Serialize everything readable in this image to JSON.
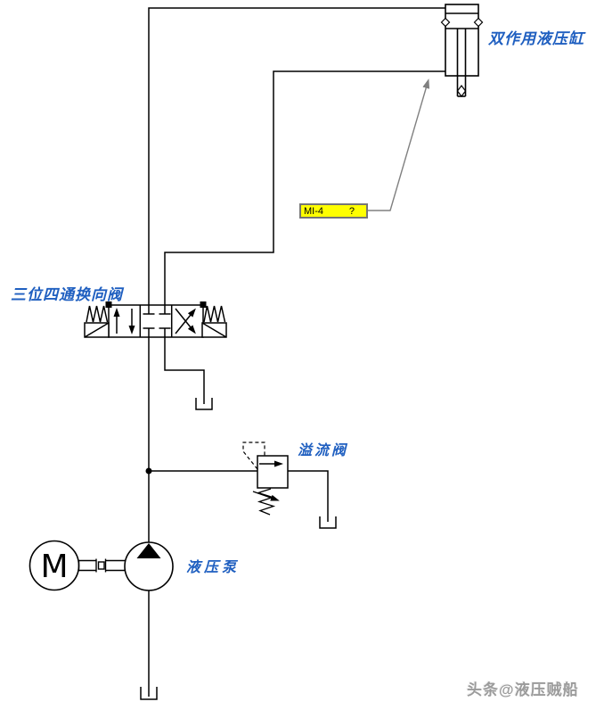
{
  "colors": {
    "line": "#000000",
    "label_blue": "#1f5fc0",
    "callout_fill": "#ffff00",
    "callout_border": "#757575",
    "leader_gray": "#808080",
    "watermark_gray": "#9b9b9b"
  },
  "components": {
    "cylinder": {
      "label": "双作用液压缸"
    },
    "directional_valve": {
      "label": "三位四通换向阀"
    },
    "relief_valve": {
      "label": "溢流阀"
    },
    "pump": {
      "label": "液压泵"
    },
    "motor": {
      "letter": "M"
    }
  },
  "callout": {
    "code": "MI-4",
    "answer": "?"
  },
  "watermark": {
    "text": "头条@液压贼船"
  }
}
